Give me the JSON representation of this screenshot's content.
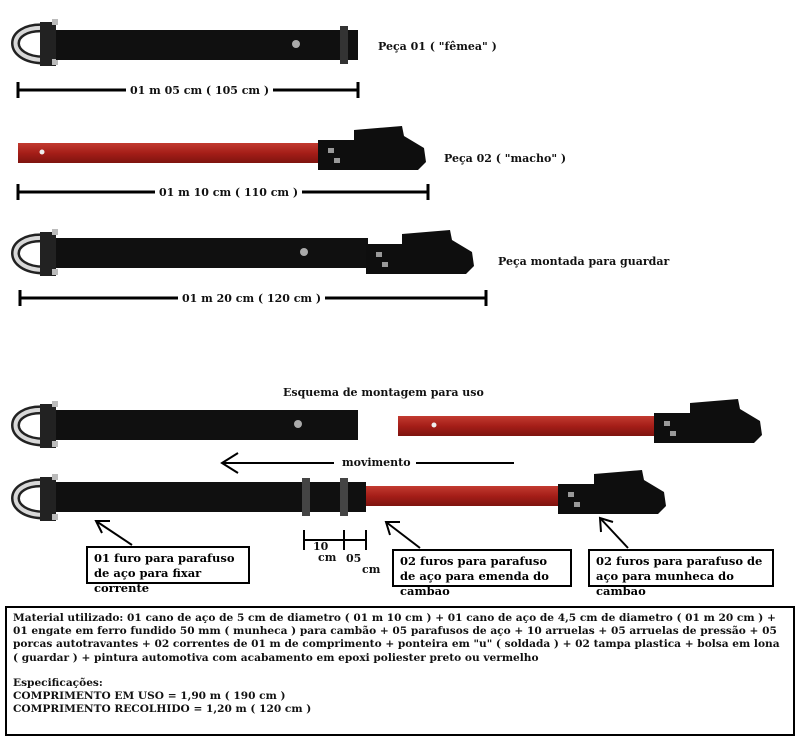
{
  "pieces": {
    "p1_label": "Peça 01 ( \"fêmea\" )",
    "p1_dim": "01 m 05 cm ( 105 cm )",
    "p2_label": "Peça 02 ( \"macho\" )",
    "p2_dim": "01 m 10 cm ( 110 cm )",
    "p3_label": "Peça montada para guardar",
    "p3_dim": "01 m 20 cm ( 120 cm )"
  },
  "assembly": {
    "title": "Esquema de montagem para uso",
    "movement": "movimento",
    "dim_10": "10",
    "dim_cm1": "cm",
    "dim_05": "05",
    "dim_cm2": "cm"
  },
  "callouts": {
    "c1": "01 furo para parafuso de aço para fixar corrente",
    "c2": "02 furos para parafuso de aço para emenda do cambao",
    "c3": "02 furos para parafuso de aço para munheca do cambao"
  },
  "materials": {
    "text": "Material utilizado: 01 cano de aço de 5 cm de diametro ( 01 m 10 cm ) + 01 cano de aço de 4,5 cm de diametro ( 01 m 20 cm ) + 01 engate em ferro fundido 50 mm ( munheca ) para cambão + 05 parafusos de aço + 10 arruelas + 05 arruelas de pressão + 05 porcas autotravantes + 02 correntes de 01 m de comprimento + ponteira em \"u\" ( soldada ) + 02 tampa plastica + bolsa em lona ( guardar ) + pintura automotiva com acabamento em epoxi poliester preto ou vermelho",
    "spec_title": "Especificações:",
    "spec_use": "COMPRIMENTO EM USO = 1,90 m ( 190 cm )",
    "spec_stored": "COMPRIMENTO RECOLHIDO = 1,20 m ( 120 cm )"
  },
  "colors": {
    "tube_black": "#111111",
    "tube_red": "#b3221b",
    "hook_metal": "#c8c8c8"
  }
}
